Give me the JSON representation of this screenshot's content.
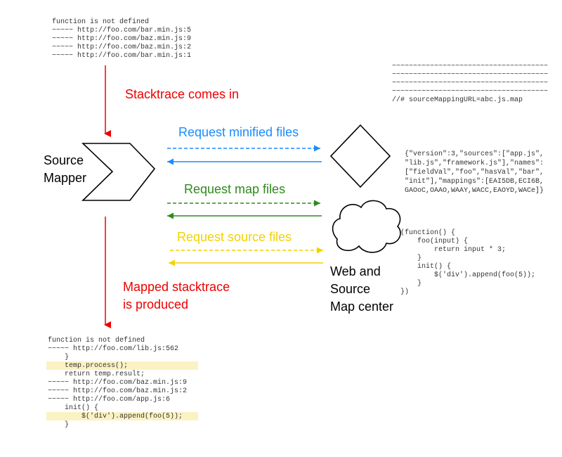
{
  "input_stacktrace": [
    "function is not defined",
    "~~~~~ http://foo.com/bar.min.js:5",
    "~~~~~ http://foo.com/baz.min.js:9",
    "~~~~~ http://foo.com/baz.min.js:2",
    "~~~~~ http://foo.com/bar.min.js:1"
  ],
  "minified_file": [
    "~~~~~~~~~~~~~~~~~~~~~~~~~~~~~~~~~~~~~",
    "~~~~~~~~~~~~~~~~~~~~~~~~~~~~~~~~~~~~~",
    "~~~~~~~~~~~~~~~~~~~~~~~~~~~~~~~~~~~~~",
    "~~~~~~~~~~~~~~~~~~~~~~~~~~~~~~~~~~~~~",
    "//# sourceMappingURL=abc.js.map"
  ],
  "map_file": [
    "{\"version\":3,\"sources\":[\"app.js\",",
    "\"lib.js\",\"framework.js\"],\"names\":",
    "[\"fieldVal\",\"foo\",\"hasVal\",\"bar\",",
    "\"init\"],\"mappings\":[EAI5DB,ECI6B,",
    "GAOoC,OAAO,WAAY,WACC,EAOYD,WACe]}"
  ],
  "source_file": [
    "(function() {",
    "    foo(input) {",
    "        return input * 3;",
    "    }",
    "    init() {",
    "        $('div').append(foo(5));",
    "    }",
    "})"
  ],
  "output_stacktrace": [
    "function is not defined",
    "~~~~~ http://foo.com/lib.js:562",
    "    }",
    "    temp.process();",
    "    return temp.result;",
    "~~~~~ http://foo.com/baz.min.js:9",
    "~~~~~ http://foo.com/baz.min.js:2",
    "~~~~~ http://foo.com/app.js:6",
    "    init() {",
    "        $('div').append(foo(5));",
    "    }"
  ],
  "labels": {
    "source_mapper_1": "Source",
    "source_mapper_2": "Mapper",
    "stacktrace_in": "Stacktrace comes in",
    "mapped_1": "Mapped stacktrace",
    "mapped_2": "is produced",
    "request_minified": "Request minified files",
    "request_map": "Request map files",
    "request_source": "Request source files",
    "web_center_1": "Web and",
    "web_center_2": "Source",
    "web_center_3": "Map center"
  },
  "colors": {
    "red": "#ee0000",
    "blue": "#1a8cff",
    "green": "#2e8b1a",
    "yellow": "#f2d200",
    "highlight": "#fbf2c4"
  }
}
